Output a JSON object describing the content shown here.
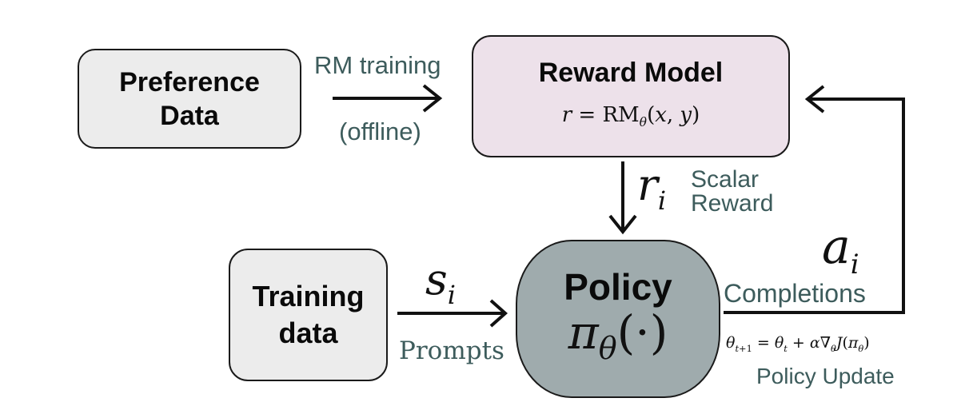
{
  "colors": {
    "label_teal": "#3d5c5c",
    "pref_fill": "#ececec",
    "reward_fill": "#ede1ea",
    "policy_fill": "#9fabad",
    "train_fill": "#ececec",
    "stroke": "#1a1a1a"
  },
  "nodes": {
    "preference": {
      "line1": "Preference",
      "line2": "Data"
    },
    "reward": {
      "title": "Reward Model",
      "formula": "r = RMθ(x, y)"
    },
    "training": {
      "line1": "Training",
      "line2": "data"
    },
    "policy": {
      "title": "Policy",
      "formula": "πθ(·)"
    }
  },
  "edges": {
    "rm_training": {
      "top": "RM training",
      "bottom": "(offline)"
    },
    "reward_signal": {
      "symbol": "r",
      "sub": "i",
      "label_line1": "Scalar",
      "label_line2": "Reward"
    },
    "prompts": {
      "symbol": "s",
      "sub": "i",
      "label": "Prompts"
    },
    "completions": {
      "symbol": "a",
      "sub": "i",
      "label": "Completions"
    },
    "update": {
      "formula": "θt+1 = θt + α∇θJ(πθ)",
      "label": "Policy Update"
    }
  }
}
